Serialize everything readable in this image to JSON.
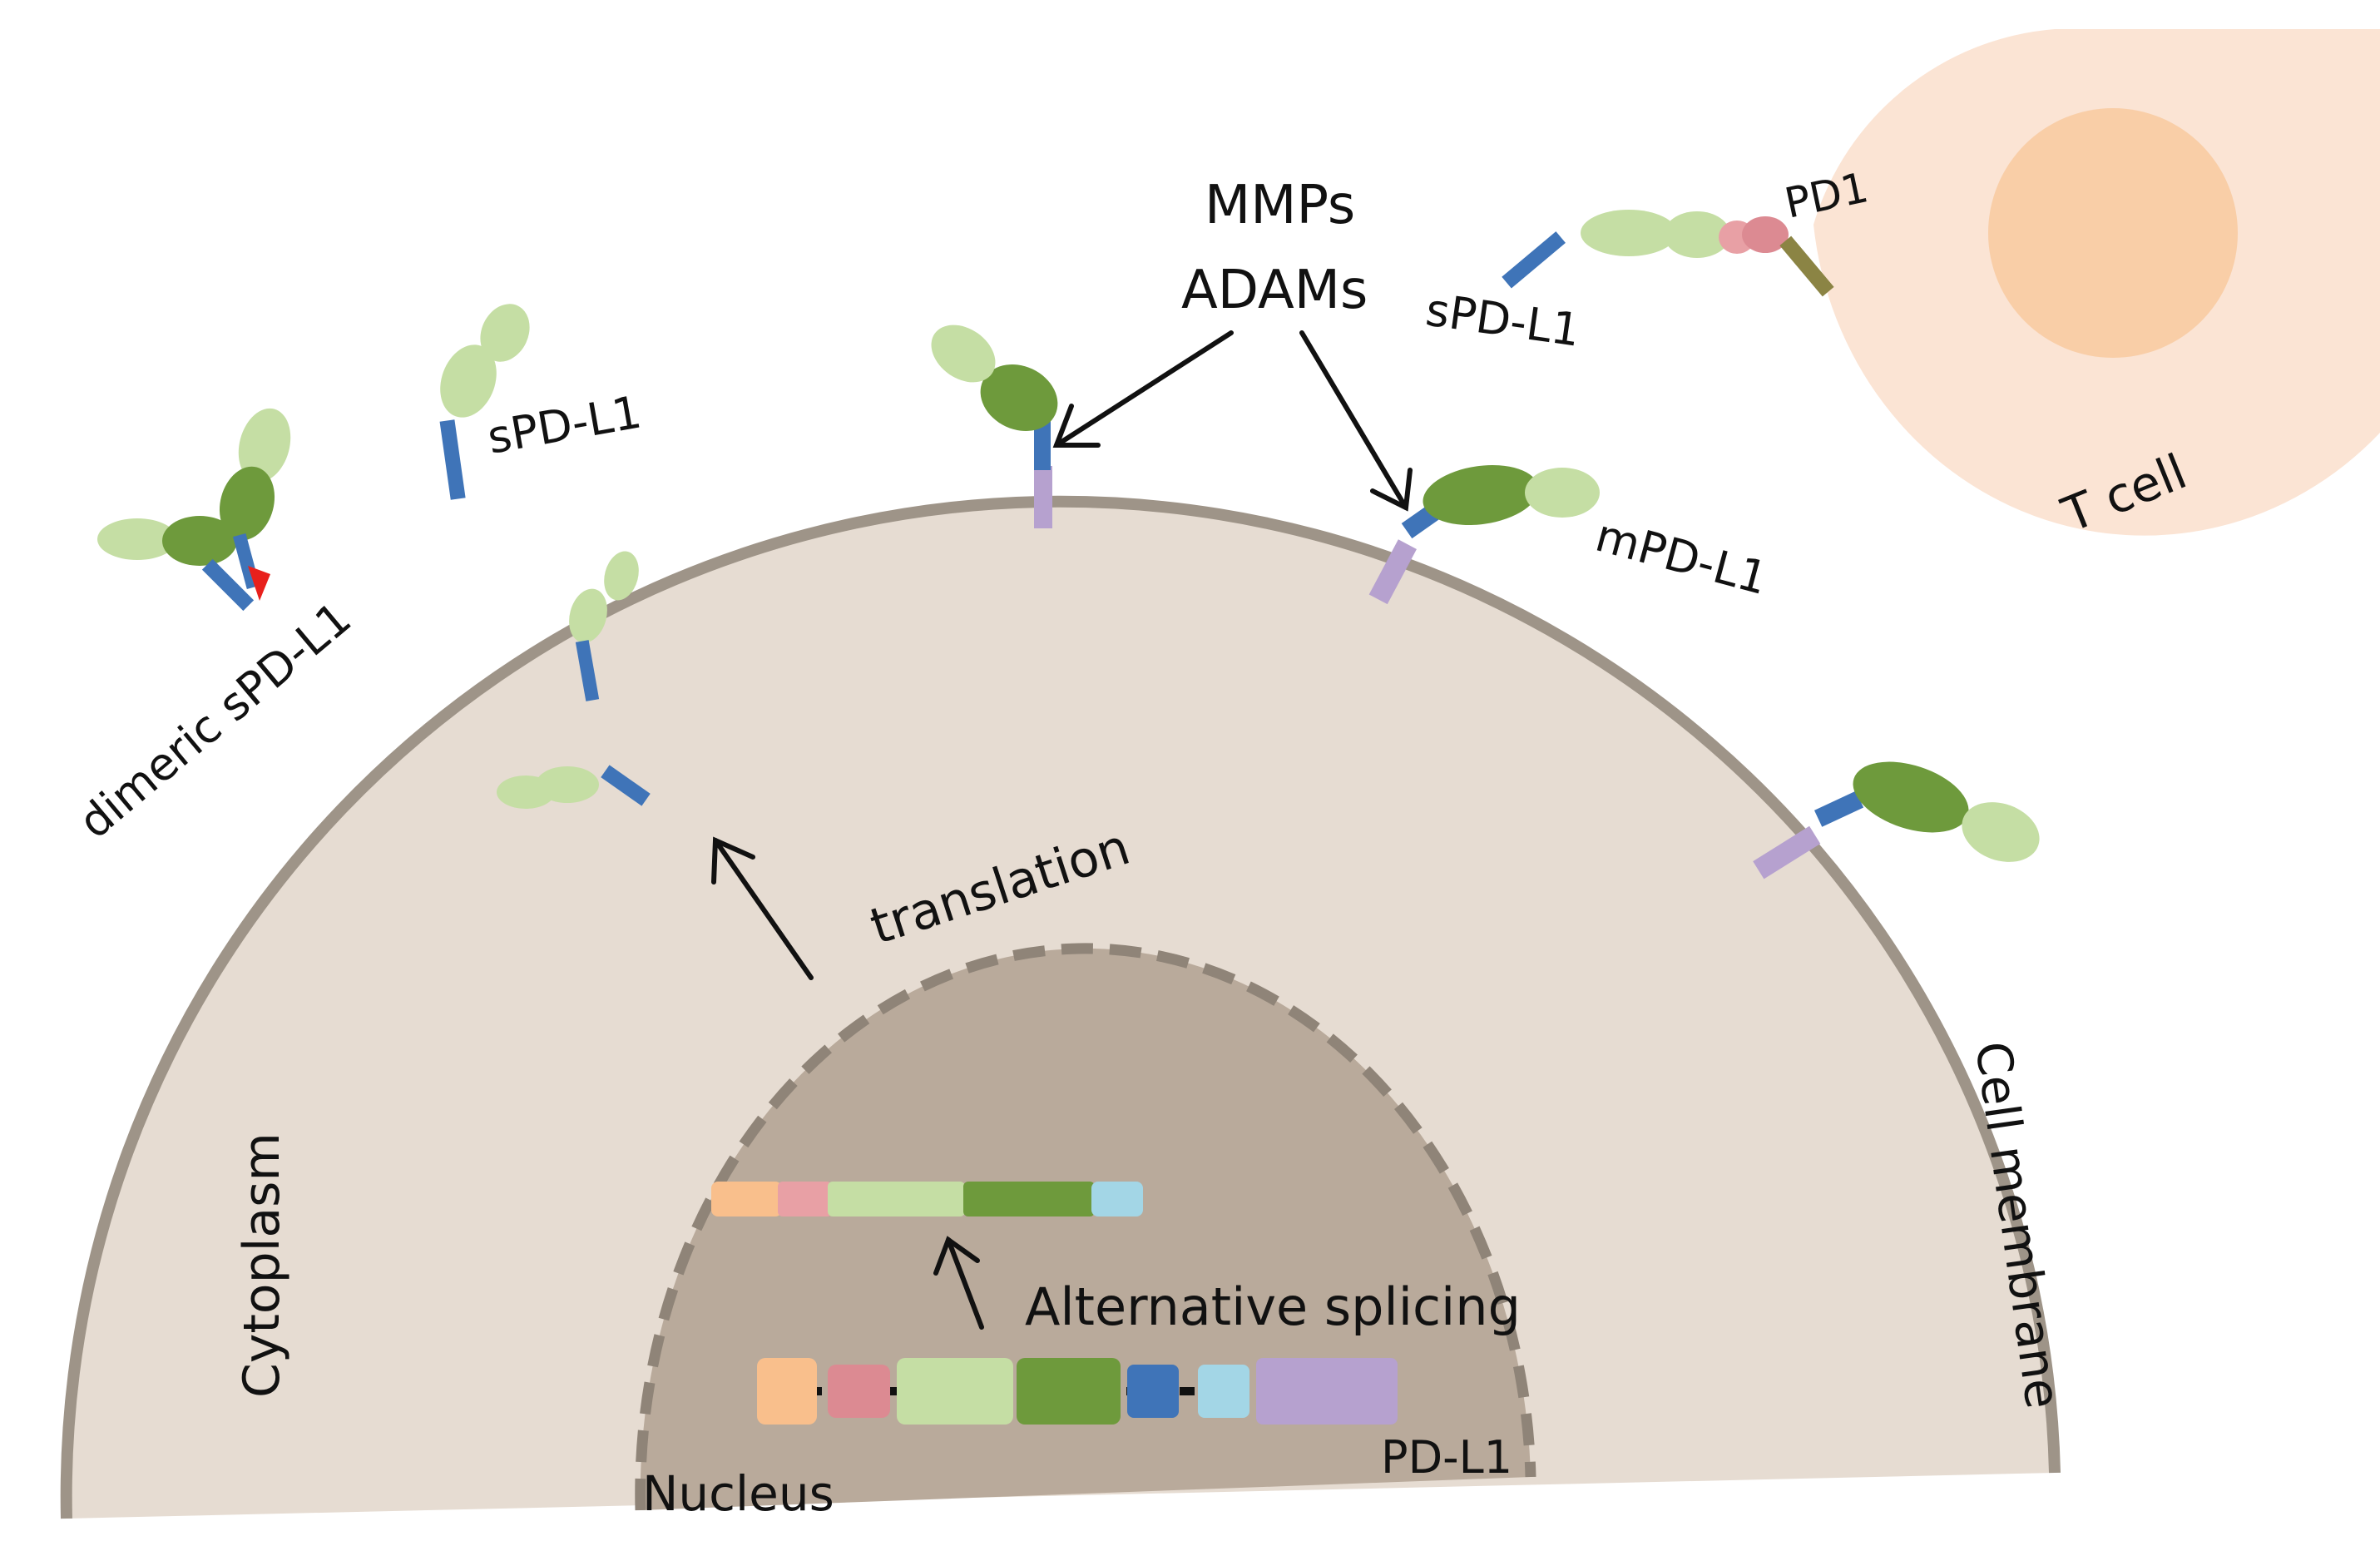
{
  "labels": {
    "mmps": "MMPs",
    "adams": "ADAMs",
    "pd1": "PD1",
    "spdl1_top": "sPD-L1",
    "spdl1_left": "sPD-L1",
    "dimeric": "dimeric sPD-L1",
    "mpdl1": "mPD-L1",
    "tcell": "T cell",
    "translation": "translation",
    "alt_splicing": "Alternative splicing",
    "cytoplasm": "Cytoplasm",
    "cell_membrane": "Cell membrane",
    "nucleus": "Nucleus",
    "pdl1_gene": "PD-L1"
  },
  "colors": {
    "light_green": "#c5dea4",
    "dark_green": "#6e9a3c",
    "blue": "#3f74b8",
    "lavender": "#b6a1cf",
    "red": "#e8201c",
    "pink": "#e8a0a5",
    "pink_dark": "#dc8a92",
    "orange": "#f9bf8c",
    "cyan": "#a3d6e6",
    "olive": "#8b8444",
    "cytoplasm": "#e6dcd2",
    "membrane": "#9e9488",
    "nucleus": "#b9aa9b",
    "tcell": "#fbe4d4",
    "tcell_nucleus": "#f8cba2"
  }
}
